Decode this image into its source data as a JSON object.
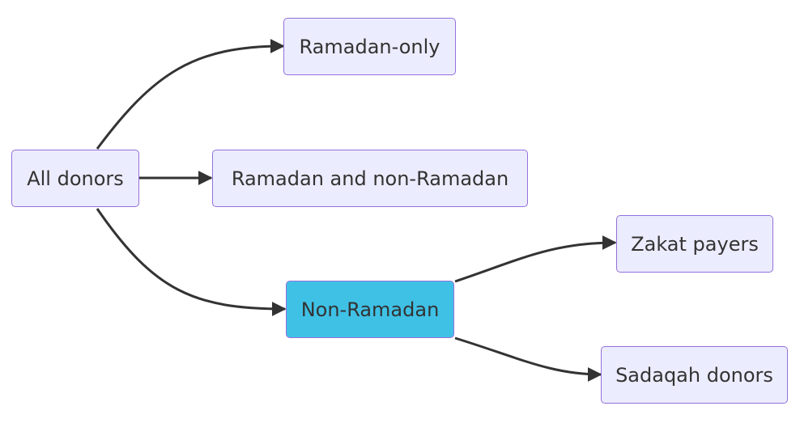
{
  "diagram": {
    "type": "flowchart",
    "direction": "left-to-right",
    "colors": {
      "node_fill": "#ECECFF",
      "node_border": "#9370DB",
      "highlight_fill": "#3FC1E6",
      "edge": "#333333",
      "text": "#333333"
    },
    "nodes": {
      "all_donors": {
        "label": "All donors"
      },
      "ramadan_only": {
        "label": "Ramadan-only"
      },
      "ramadan_and_non": {
        "label": "Ramadan and non-Ramadan"
      },
      "non_ramadan": {
        "label": "Non-Ramadan",
        "highlighted": true
      },
      "zakat_payers": {
        "label": "Zakat payers"
      },
      "sadaqah_donors": {
        "label": "Sadaqah donors"
      }
    },
    "edges": [
      {
        "from": "all_donors",
        "to": "ramadan_only"
      },
      {
        "from": "all_donors",
        "to": "ramadan_and_non"
      },
      {
        "from": "all_donors",
        "to": "non_ramadan"
      },
      {
        "from": "non_ramadan",
        "to": "zakat_payers"
      },
      {
        "from": "non_ramadan",
        "to": "sadaqah_donors"
      }
    ]
  }
}
